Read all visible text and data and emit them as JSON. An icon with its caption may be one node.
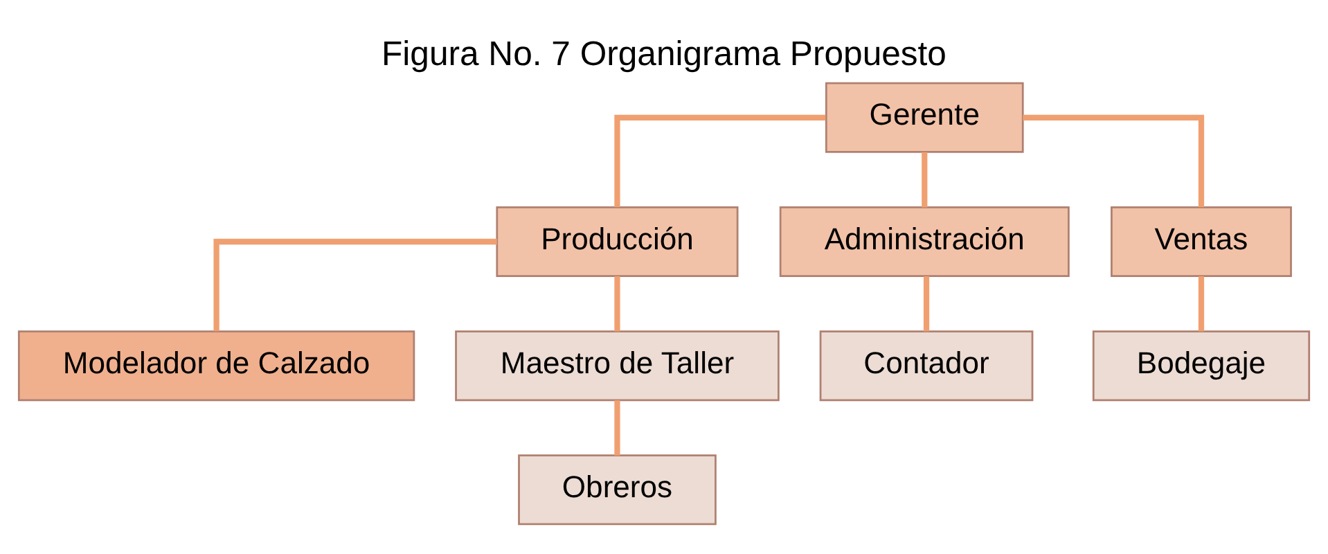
{
  "diagram": {
    "title": "Figura No. 7 Organigrama Propuesto",
    "nodes": [
      {
        "text": [
          "Gerente"
        ]
      },
      {
        "text": [
          "Producción"
        ]
      },
      {
        "text": [
          "Administración"
        ]
      },
      {
        "text": [
          "Ventas"
        ]
      },
      {
        "text": [
          "Modelador de Calzado"
        ]
      },
      {
        "text": [
          "Maestro de Taller"
        ]
      },
      {
        "text": [
          "Obreros"
        ]
      },
      {
        "text": [
          "Contador"
        ]
      },
      {
        "text": [
          "Bodegaje"
        ]
      }
    ],
    "edges": [
      {
        "from": 0,
        "to": 1,
        "arrow": "none"
      },
      {
        "from": 0,
        "to": 2,
        "arrow": "none"
      },
      {
        "from": 0,
        "to": 3,
        "arrow": "none"
      },
      {
        "from": 1,
        "to": 4,
        "arrow": "none"
      },
      {
        "from": 1,
        "to": 5,
        "arrow": "none"
      },
      {
        "from": 5,
        "to": 6,
        "arrow": "none"
      },
      {
        "from": 2,
        "to": 7,
        "arrow": "none"
      },
      {
        "from": 3,
        "to": 8,
        "arrow": "none"
      }
    ]
  }
}
